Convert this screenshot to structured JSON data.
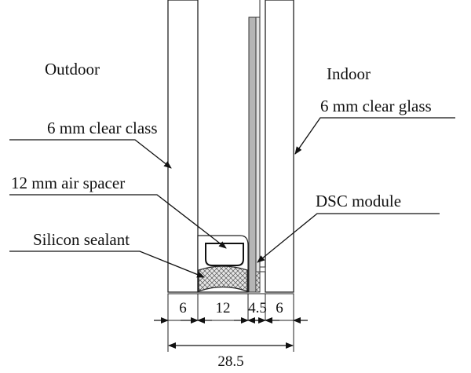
{
  "labels": {
    "outdoor": "Outdoor",
    "indoor": "Indoor",
    "outer_glass": "6 mm clear class",
    "inner_glass": "6 mm clear glass",
    "air_spacer": "12 mm air spacer",
    "dsc_module": "DSC module",
    "sealant": "Silicon sealant"
  },
  "dimensions": {
    "outer_glass": "6",
    "air_gap": "12",
    "dsc_gap": "4.5",
    "inner_glass": "6",
    "total": "28.5"
  }
}
